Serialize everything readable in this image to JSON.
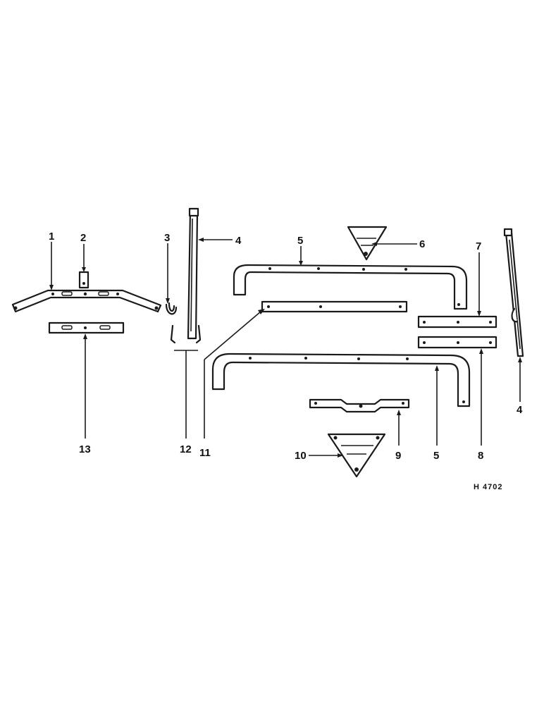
{
  "callouts": {
    "c1": "1",
    "c2": "2",
    "c3": "3",
    "c4_top": "4",
    "c4_right": "4",
    "c5_top": "5",
    "c5_bottom": "5",
    "c6": "6",
    "c7": "7",
    "c8": "8",
    "c9": "9",
    "c10": "10",
    "c11": "11",
    "c12": "12",
    "c13": "13"
  },
  "figure_id": "H 4702"
}
